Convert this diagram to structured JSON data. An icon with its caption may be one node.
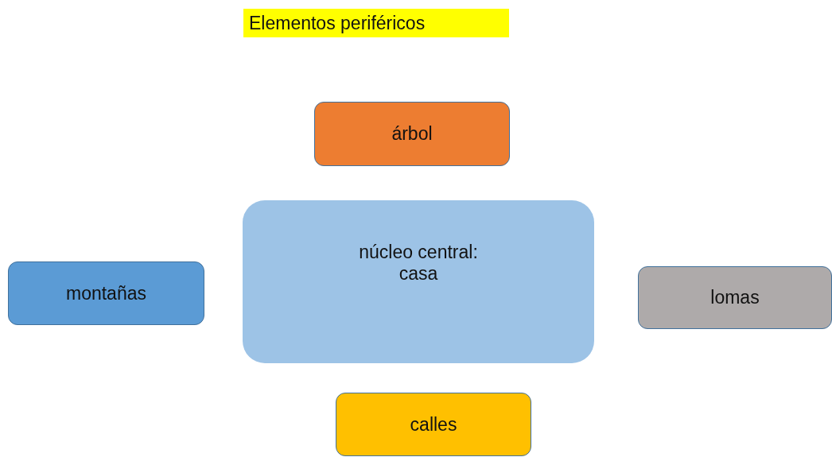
{
  "diagram": {
    "title": "Elementos periféricos",
    "nodes": [
      {
        "text": [
          "árbol"
        ]
      },
      {
        "text": [
          "núcleo central: casa"
        ]
      },
      {
        "text": [
          "montañas"
        ]
      },
      {
        "text": [
          "lomas"
        ]
      },
      {
        "text": [
          "calles"
        ]
      }
    ]
  }
}
